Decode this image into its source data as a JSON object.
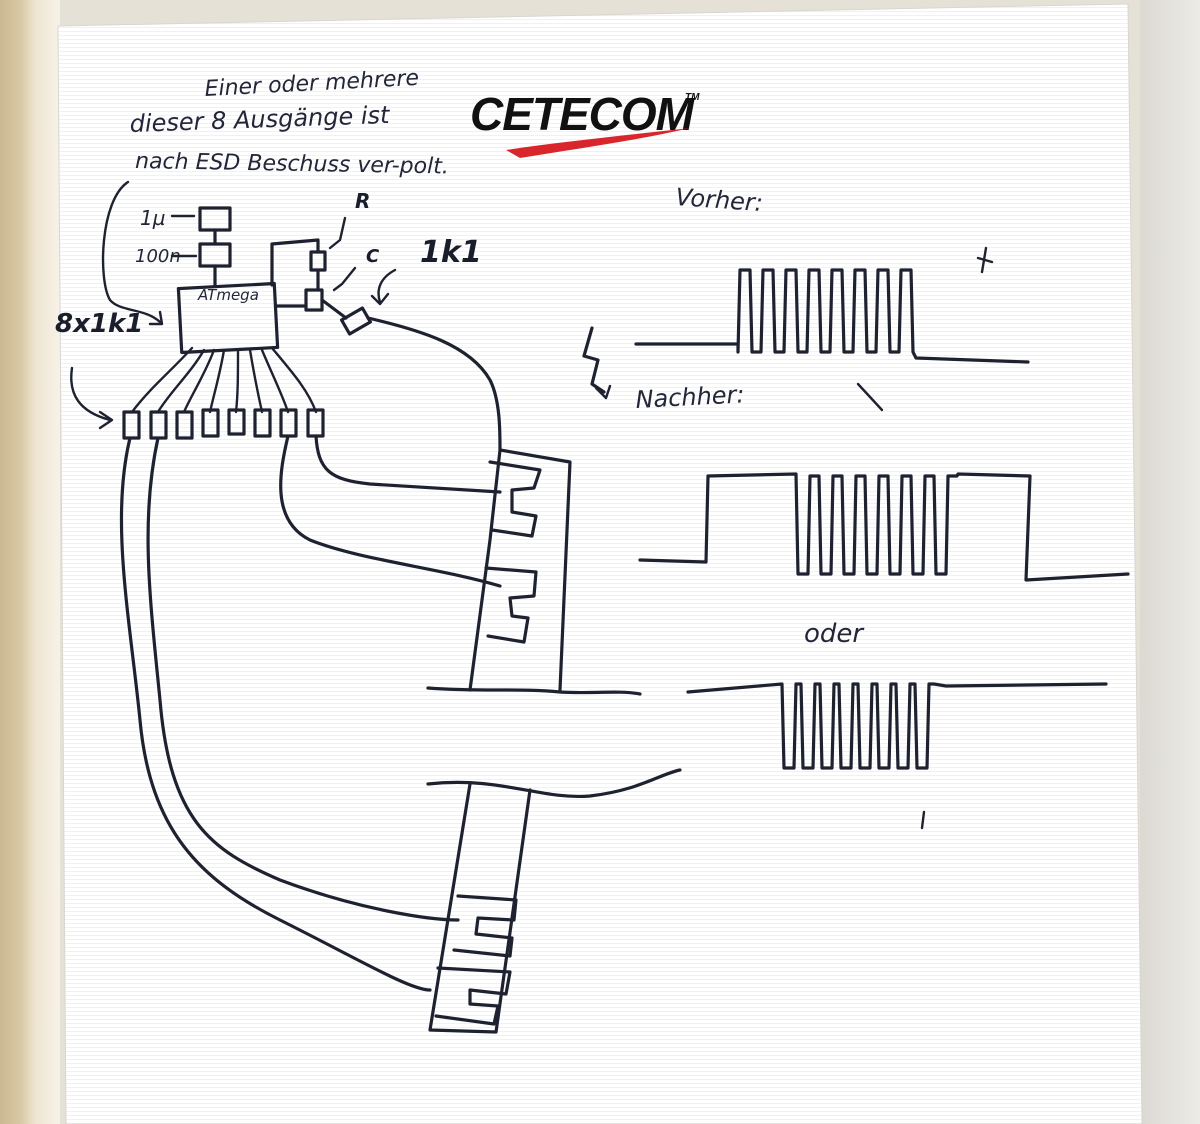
{
  "annotation": {
    "line1": "Einer oder mehrere",
    "line2": "dieser 8 Ausgänge ist",
    "line3": "nach ESD Beschuss ver-polt."
  },
  "logo": {
    "text": "CETECOM",
    "tm": "TM",
    "swoosh_color": "#d9262c"
  },
  "components": {
    "cap_1u": "1µ",
    "cap_100n": "100n",
    "mcu": "ATmega",
    "resistor_r": "R",
    "capacitor_c": "C",
    "series_resistor": "1k1",
    "resistor_array": "8x1k1"
  },
  "waveforms": {
    "before_label": "Vorher:",
    "after_label": "Nachher:",
    "or_label": "oder"
  },
  "colors": {
    "ink": "#1e2230",
    "paper": "#ffffff",
    "background": "#e6e1d6"
  }
}
